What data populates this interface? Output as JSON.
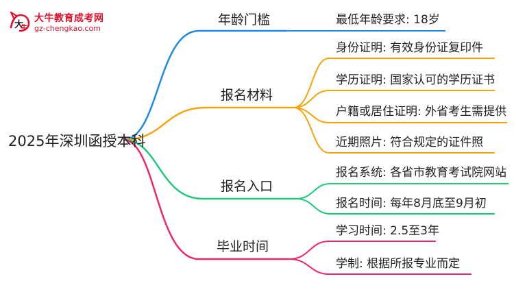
{
  "logo": {
    "title": "大牛教育成考网",
    "url": "gz-chengkao.com"
  },
  "colors": {
    "blue": "#1e88e5",
    "orange": "#f5a40a",
    "green": "#1ec97a",
    "pink": "#f0266a",
    "text": "#222222",
    "logo": "#e0102a"
  },
  "root": "2025年深圳函授本科",
  "branches": [
    {
      "label": "年龄门槛",
      "color": "blue",
      "leaves": [
        "最低年龄要求: 18岁"
      ]
    },
    {
      "label": "报名材料",
      "color": "orange",
      "leaves": [
        "身份证明: 有效身份证复印件",
        "学历证明: 国家认可的学历证书",
        "户籍或居住证明: 外省考生需提供",
        "近期照片: 符合规定的证件照"
      ]
    },
    {
      "label": "报名入口",
      "color": "green",
      "leaves": [
        "报名系统: 各省市教育考试院网站",
        "报名时间: 每年8月底至9月初"
      ]
    },
    {
      "label": "毕业时间",
      "color": "pink",
      "leaves": [
        "学习时间: 2.5至3年",
        "学制: 根据所报专业而定"
      ]
    }
  ]
}
